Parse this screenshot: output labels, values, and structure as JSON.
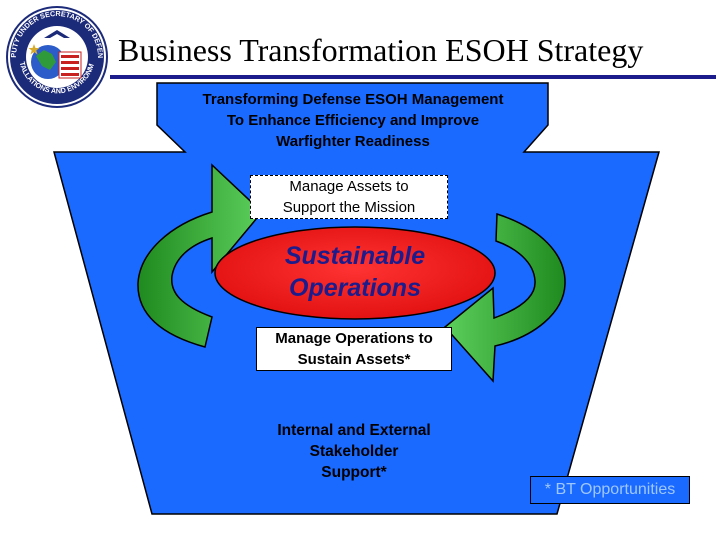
{
  "header": {
    "title": "Business Transformation ESOH Strategy",
    "seal_text": "DEPUTY UNDER SECRETARY OF DEFENSE · INSTALLATIONS AND ENVIRONMENT"
  },
  "diagram": {
    "top_statement": [
      "Transforming Defense ESOH Management",
      "To Enhance Efficiency and Improve",
      "Warfighter Readiness"
    ],
    "manage_assets": [
      "Manage Assets to",
      "Support the Mission"
    ],
    "center": [
      "Sustainable",
      "Operations"
    ],
    "manage_operations": [
      "Manage Operations to",
      "Sustain Assets*"
    ],
    "stakeholder": [
      "Internal and External",
      "Stakeholder",
      "Support*"
    ],
    "footnote": "* BT Opportunities"
  },
  "colors": {
    "keystone_blue": "#1a6aff",
    "arrow_green": "#2fa82f",
    "ellipse_red": "#f51a1a",
    "title_rule": "#1c1c8c"
  }
}
